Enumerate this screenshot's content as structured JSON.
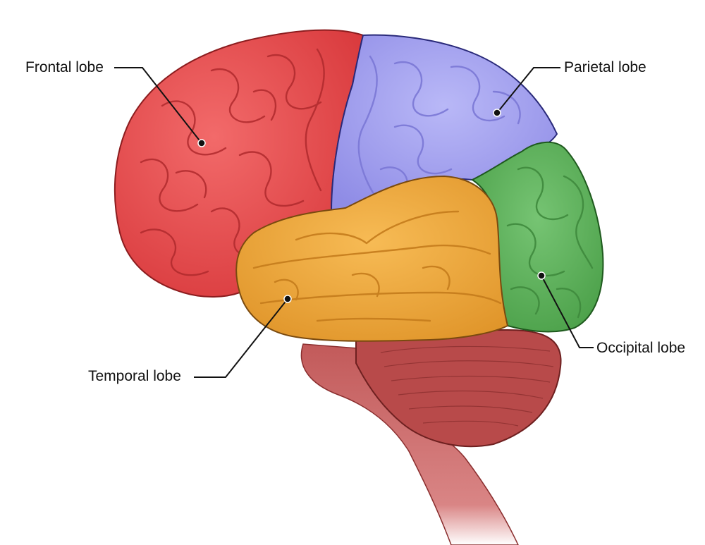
{
  "labels": {
    "frontal": "Frontal lobe",
    "parietal": "Parietal lobe",
    "temporal": "Temporal lobe",
    "occipital": "Occipital lobe"
  },
  "colors": {
    "frontal": "#e8474a",
    "parietal": "#a9a7f2",
    "temporal": "#f0a93a",
    "occipital": "#5fb55c",
    "cerebellum": "#b84a4a",
    "brainstem": "#c46060",
    "leader_lines": "#111111"
  }
}
